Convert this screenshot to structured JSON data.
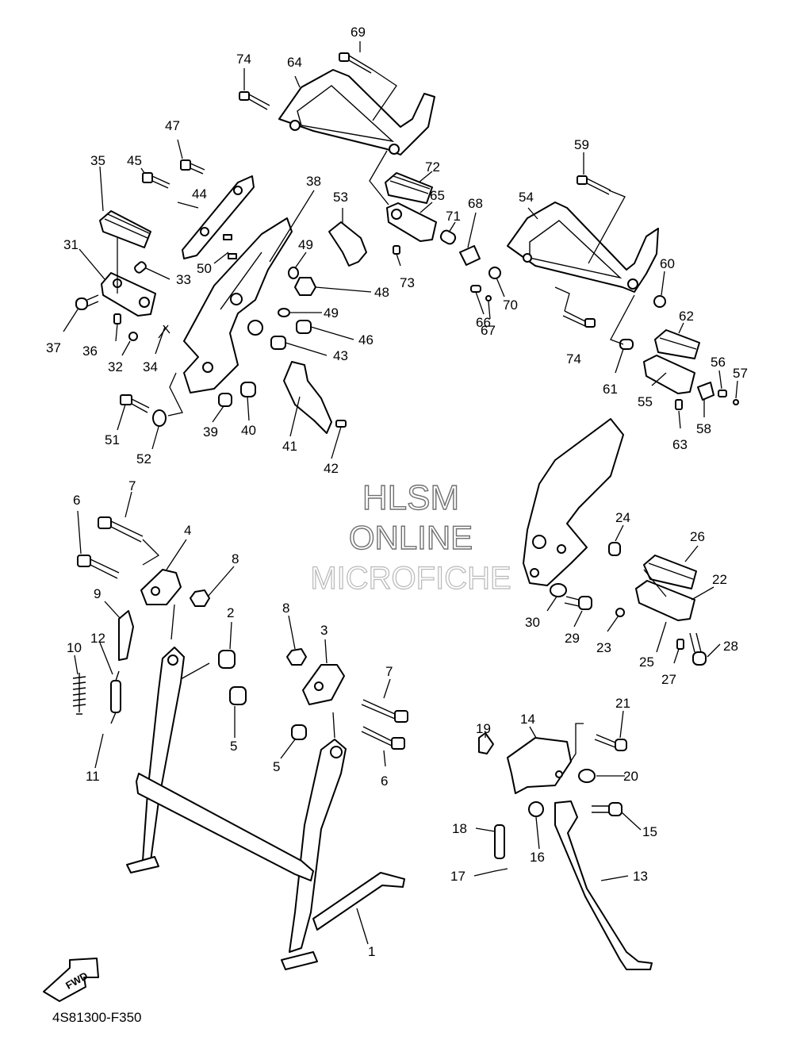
{
  "diagram_code": "4S81300-F350",
  "fwd_label": "FWD",
  "watermark": [
    "HLSM",
    "ONLINE",
    "MICROFICHE"
  ],
  "callouts": [
    {
      "id": "c1",
      "label": "1"
    },
    {
      "id": "c2",
      "label": "2"
    },
    {
      "id": "c3",
      "label": "3"
    },
    {
      "id": "c4",
      "label": "4"
    },
    {
      "id": "c5a",
      "label": "5"
    },
    {
      "id": "c5b",
      "label": "5"
    },
    {
      "id": "c6a",
      "label": "6"
    },
    {
      "id": "c6b",
      "label": "6"
    },
    {
      "id": "c7a",
      "label": "7"
    },
    {
      "id": "c7b",
      "label": "7"
    },
    {
      "id": "c8a",
      "label": "8"
    },
    {
      "id": "c8b",
      "label": "8"
    },
    {
      "id": "c9",
      "label": "9"
    },
    {
      "id": "c10",
      "label": "10"
    },
    {
      "id": "c11",
      "label": "11"
    },
    {
      "id": "c12",
      "label": "12"
    },
    {
      "id": "c13",
      "label": "13"
    },
    {
      "id": "c14",
      "label": "14"
    },
    {
      "id": "c15",
      "label": "15"
    },
    {
      "id": "c16",
      "label": "16"
    },
    {
      "id": "c17",
      "label": "17"
    },
    {
      "id": "c18",
      "label": "18"
    },
    {
      "id": "c19",
      "label": "19"
    },
    {
      "id": "c20",
      "label": "20"
    },
    {
      "id": "c21",
      "label": "21"
    },
    {
      "id": "c22",
      "label": "22"
    },
    {
      "id": "c23",
      "label": "23"
    },
    {
      "id": "c24",
      "label": "24"
    },
    {
      "id": "c25",
      "label": "25"
    },
    {
      "id": "c26",
      "label": "26"
    },
    {
      "id": "c27",
      "label": "27"
    },
    {
      "id": "c28",
      "label": "28"
    },
    {
      "id": "c29",
      "label": "29"
    },
    {
      "id": "c30",
      "label": "30"
    },
    {
      "id": "c31",
      "label": "31"
    },
    {
      "id": "c32",
      "label": "32"
    },
    {
      "id": "c33",
      "label": "33"
    },
    {
      "id": "c34",
      "label": "34"
    },
    {
      "id": "c35",
      "label": "35"
    },
    {
      "id": "c36",
      "label": "36"
    },
    {
      "id": "c37",
      "label": "37"
    },
    {
      "id": "c38",
      "label": "38"
    },
    {
      "id": "c39",
      "label": "39"
    },
    {
      "id": "c40",
      "label": "40"
    },
    {
      "id": "c41",
      "label": "41"
    },
    {
      "id": "c42",
      "label": "42"
    },
    {
      "id": "c43",
      "label": "43"
    },
    {
      "id": "c44",
      "label": "44"
    },
    {
      "id": "c45",
      "label": "45"
    },
    {
      "id": "c46",
      "label": "46"
    },
    {
      "id": "c47",
      "label": "47"
    },
    {
      "id": "c48",
      "label": "48"
    },
    {
      "id": "c49a",
      "label": "49"
    },
    {
      "id": "c49b",
      "label": "49"
    },
    {
      "id": "c50",
      "label": "50"
    },
    {
      "id": "c51",
      "label": "51"
    },
    {
      "id": "c52",
      "label": "52"
    },
    {
      "id": "c53",
      "label": "53"
    },
    {
      "id": "c54",
      "label": "54"
    },
    {
      "id": "c55",
      "label": "55"
    },
    {
      "id": "c56",
      "label": "56"
    },
    {
      "id": "c57",
      "label": "57"
    },
    {
      "id": "c58",
      "label": "58"
    },
    {
      "id": "c59",
      "label": "59"
    },
    {
      "id": "c60",
      "label": "60"
    },
    {
      "id": "c61",
      "label": "61"
    },
    {
      "id": "c62",
      "label": "62"
    },
    {
      "id": "c63",
      "label": "63"
    },
    {
      "id": "c64",
      "label": "64"
    },
    {
      "id": "c65",
      "label": "65"
    },
    {
      "id": "c66",
      "label": "66"
    },
    {
      "id": "c67",
      "label": "67"
    },
    {
      "id": "c68",
      "label": "68"
    },
    {
      "id": "c69",
      "label": "69"
    },
    {
      "id": "c70",
      "label": "70"
    },
    {
      "id": "c71",
      "label": "71"
    },
    {
      "id": "c72",
      "label": "72"
    },
    {
      "id": "c73",
      "label": "73"
    },
    {
      "id": "c74a",
      "label": "74"
    },
    {
      "id": "c74b",
      "label": "74"
    }
  ]
}
